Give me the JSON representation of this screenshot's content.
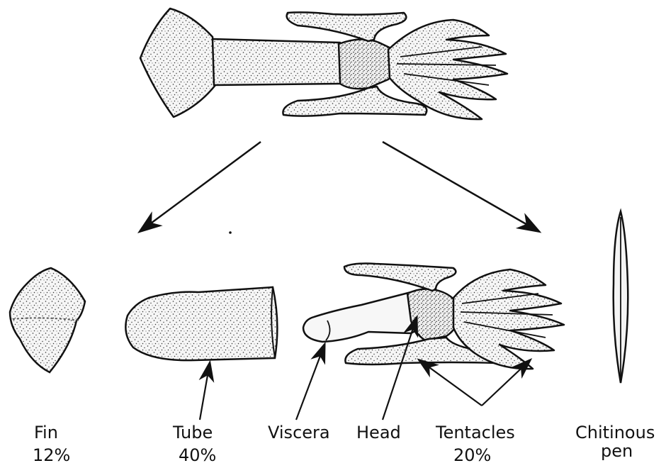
{
  "parts": {
    "fin": {
      "label": "Fin",
      "percent": "12%"
    },
    "tube": {
      "label": "Tube",
      "percent": "40%"
    },
    "viscera": {
      "label": "Viscera"
    },
    "head": {
      "label": "Head"
    },
    "tentacles": {
      "label": "Tentacles",
      "percent": "20%"
    },
    "pen": {
      "label_line1": "Chitinous",
      "label_line2": "pen"
    }
  },
  "colors": {
    "ink": "#111111",
    "fill": "#f4f4f4",
    "stipple": "#333333"
  }
}
